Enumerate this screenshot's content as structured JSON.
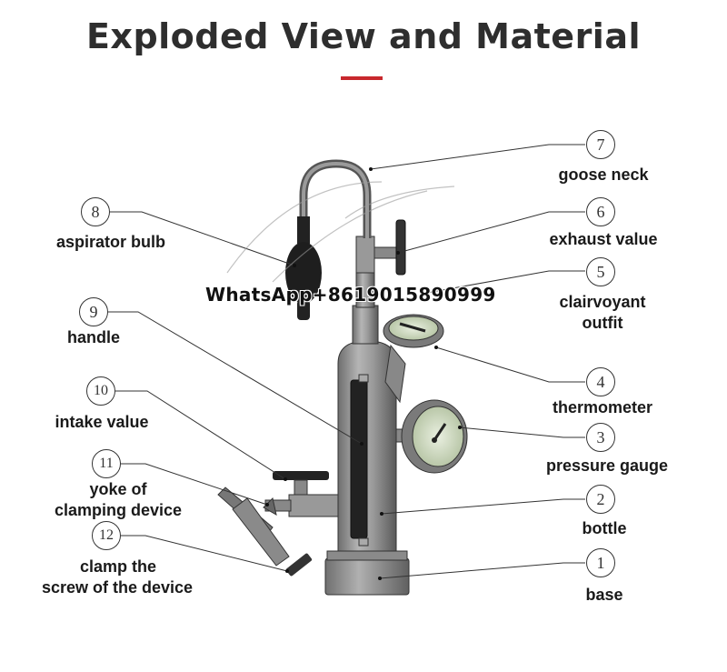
{
  "title": "Exploded View and Material",
  "accent_color": "#c8282d",
  "watermark": "WhatsApp+8619015890999",
  "parts": [
    {
      "number": "1",
      "label": "base"
    },
    {
      "number": "2",
      "label": "bottle"
    },
    {
      "number": "3",
      "label": "pressure gauge"
    },
    {
      "number": "4",
      "label": "thermometer"
    },
    {
      "number": "5",
      "label": "clairvoyant outfit"
    },
    {
      "number": "6",
      "label": "exhaust value"
    },
    {
      "number": "7",
      "label": "goose neck"
    },
    {
      "number": "8",
      "label": "aspirator bulb"
    },
    {
      "number": "9",
      "label": "handle"
    },
    {
      "number": "10",
      "label": "intake value"
    },
    {
      "number": "11",
      "label": "yoke of clamping device"
    },
    {
      "number": "12",
      "label": "clamp the screw of the device"
    }
  ],
  "label_lines": {
    "p5_line1": "clairvoyant",
    "p5_line2": "outfit",
    "p11_line1": "yoke of",
    "p11_line2": "clamping device",
    "p12_line1": "clamp the",
    "p12_line2": "screw of the device"
  }
}
